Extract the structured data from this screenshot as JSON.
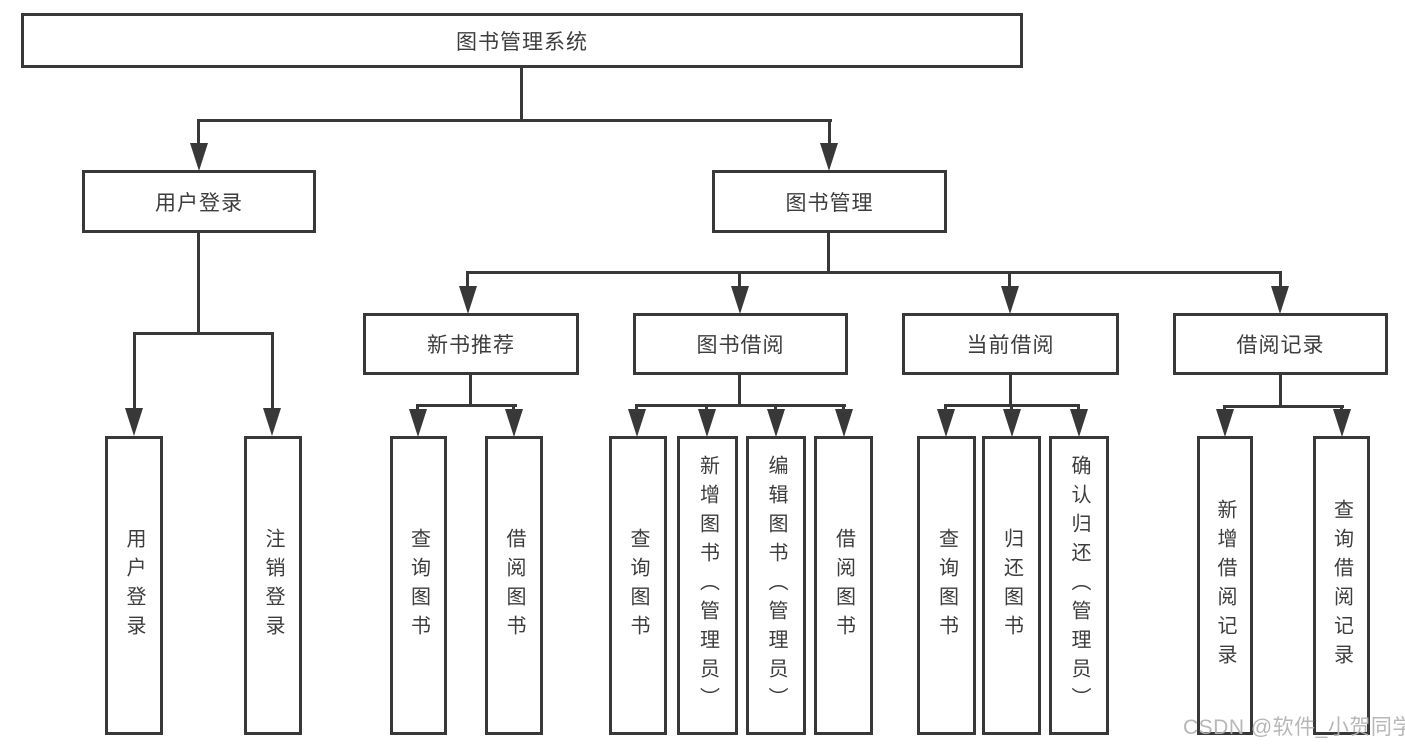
{
  "diagram": {
    "title": "图书管理系统",
    "type": "functional-structure-tree"
  },
  "nodes": {
    "root": {
      "label": "图书管理系统"
    },
    "user_login": {
      "label": "用户登录"
    },
    "book_mgmt": {
      "label": "图书管理"
    },
    "new_book_rec": {
      "label": "新书推荐"
    },
    "book_borrow": {
      "label": "图书借阅"
    },
    "current_borrow": {
      "label": "当前借阅"
    },
    "borrow_records": {
      "label": "借阅记录"
    },
    "leaf_user_login": {
      "label": "用户登录"
    },
    "leaf_logout": {
      "label": "注销登录"
    },
    "leaf_query_book_a": {
      "label": "查询图书"
    },
    "leaf_borrow_book_a": {
      "label": "借阅图书"
    },
    "leaf_query_book_b": {
      "label": "查询图书"
    },
    "leaf_add_book": {
      "label": "新增图书（管理员）"
    },
    "leaf_edit_book": {
      "label": "编辑图书（管理员）"
    },
    "leaf_borrow_book_b": {
      "label": "借阅图书"
    },
    "leaf_query_book_c": {
      "label": "查询图书"
    },
    "leaf_return_book": {
      "label": "归还图书"
    },
    "leaf_confirm_return": {
      "label": "确认归还（管理员）"
    },
    "leaf_add_record": {
      "label": "新增借阅记录"
    },
    "leaf_query_record": {
      "label": "查询借阅记录"
    }
  },
  "hierarchy": {
    "图书管理系统": {
      "用户登录": [
        "用户登录",
        "注销登录"
      ],
      "图书管理": {
        "新书推荐": [
          "查询图书",
          "借阅图书"
        ],
        "图书借阅": [
          "查询图书",
          "新增图书（管理员）",
          "编辑图书（管理员）",
          "借阅图书"
        ],
        "当前借阅": [
          "查询图书",
          "归还图书",
          "确认归还（管理员）"
        ],
        "借阅记录": [
          "新增借阅记录",
          "查询借阅记录"
        ]
      }
    }
  },
  "watermark": {
    "text": "CSDN @软件_小贺同学"
  },
  "colors": {
    "line": "#383838",
    "text": "#3d3d3d",
    "watermark": "#b4b4b4",
    "background": "#ffffff"
  }
}
